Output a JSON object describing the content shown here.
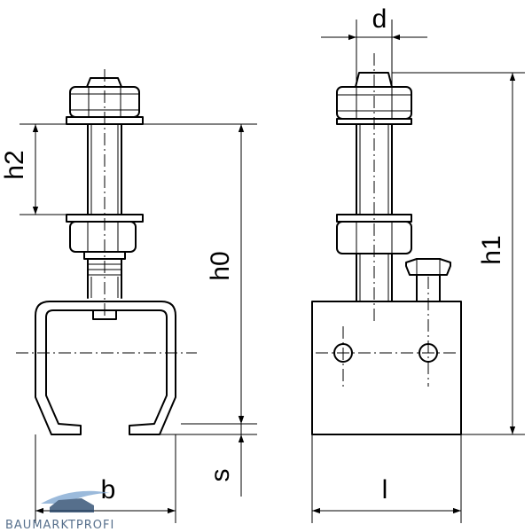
{
  "dimensions": {
    "h2": "h2",
    "h0": "h0",
    "h1": "h1",
    "d": "d",
    "b": "b",
    "s": "s",
    "l": "l"
  },
  "watermark": {
    "text": "BAUMARKTPROFI"
  },
  "colors": {
    "line": "#000000",
    "watermark_dark": "#1e3f66",
    "watermark_light": "#7aa4cf"
  }
}
